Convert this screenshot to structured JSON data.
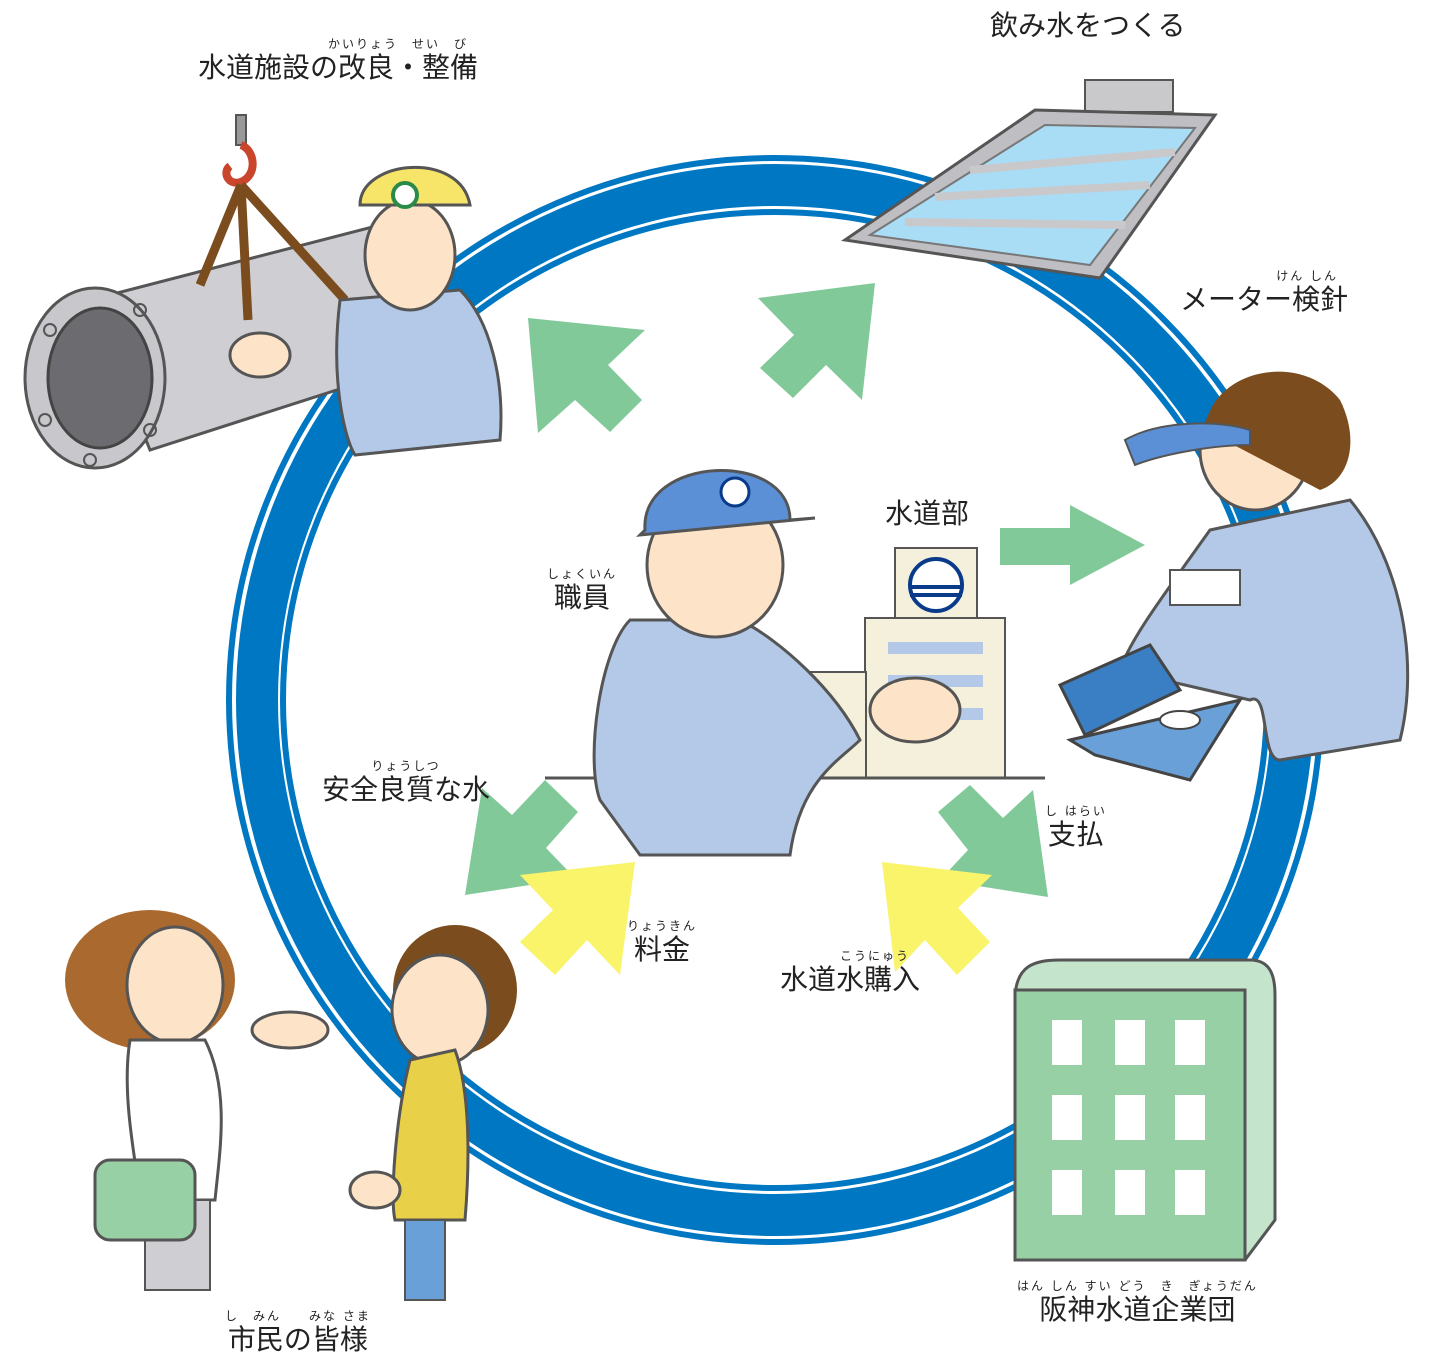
{
  "colors": {
    "ring_outer": "#0077c2",
    "ring_inner": "#0077c2",
    "arrow_green": "#82c99a",
    "arrow_yellow": "#f9f46a",
    "uniform": "#b4c9e8",
    "building_green": "#98d0a6",
    "water": "#a9dcf5",
    "skin": "#fde4c8",
    "hair_brown": "#7b4d1e"
  },
  "labels": {
    "facility": {
      "text": "水道施設の改良・整備",
      "ruby": "かいりょう　せい　び"
    },
    "drinking_water": {
      "text": "飲み水をつくる"
    },
    "meter": {
      "text": "メーター検針",
      "ruby": "けん しん"
    },
    "dept": {
      "text": "水道部"
    },
    "staff": {
      "text": "職員",
      "ruby": "しょくいん"
    },
    "quality_water": {
      "text": "安全良質な水",
      "ruby": "りょうしつ"
    },
    "payment": {
      "text": "支払",
      "ruby": "し はらい"
    },
    "fee": {
      "text": "料金",
      "ruby": "りょうきん"
    },
    "purchase": {
      "text": "水道水購入",
      "ruby": "こうにゅう"
    },
    "hanshin": {
      "text": "阪神水道企業団",
      "ruby": "はん しん すい どう　き　ぎょうだん"
    },
    "citizens": {
      "text": "市民の皆様",
      "ruby": "し　みん　　みな さま"
    }
  },
  "icons": [
    "pipe-icon",
    "crane-hook-icon",
    "worker-helmet-icon",
    "filtration-tank-icon",
    "meter-reader-icon",
    "water-meter-box-icon",
    "staff-person-icon",
    "dept-building-icon",
    "citizen-woman-icon",
    "citizen-girl-icon",
    "hanshin-building-icon"
  ]
}
